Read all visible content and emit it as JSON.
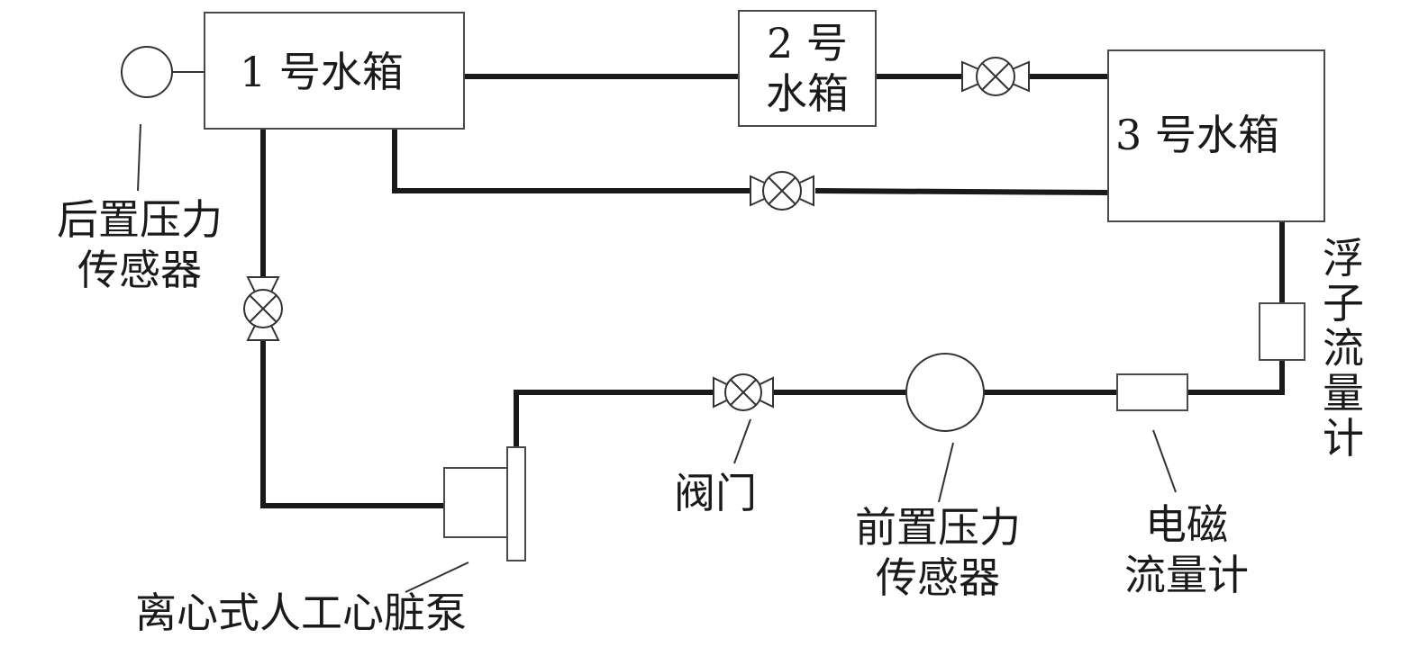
{
  "tank1": {
    "label": "1 号水箱"
  },
  "tank2": {
    "line1": "2 号",
    "line2": "水箱"
  },
  "tank3": {
    "label": "3 号水箱"
  },
  "rear_sensor": {
    "line1": "后置压力",
    "line2": "传感器"
  },
  "front_sensor": {
    "line1": "前置压力",
    "line2": "传感器"
  },
  "valve": {
    "label": "阀门"
  },
  "emflowmeter": {
    "line1": "电磁",
    "line2": "流量计"
  },
  "rotameter": {
    "chars": [
      "浮",
      "子",
      "流",
      "量",
      "计"
    ]
  },
  "pump": {
    "label": "离心式人工心脏泵"
  }
}
